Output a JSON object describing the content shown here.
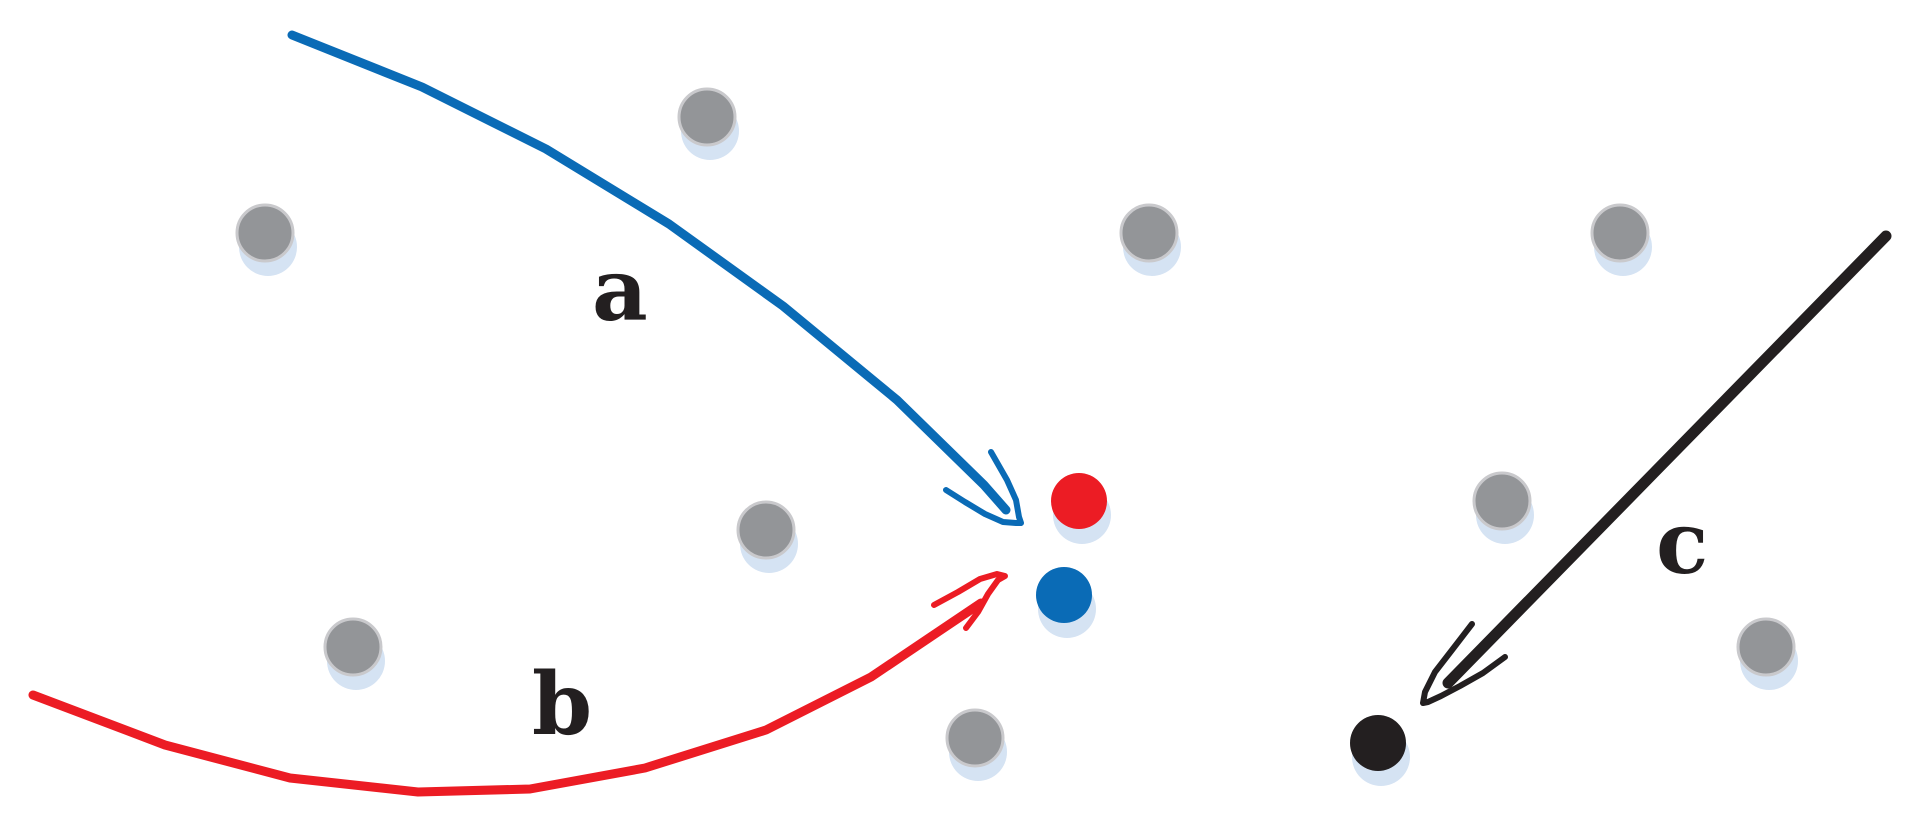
{
  "labels": {
    "a": "a",
    "b": "b",
    "c": "c"
  },
  "colors": {
    "blue": "#0a6bb6",
    "red": "#ec1c24",
    "black": "#231f20",
    "gray": "#939598",
    "gray_edge": "#c9c9cc",
    "shadow": "#d5e3f3"
  },
  "nodes": [
    {
      "name": "gray-dot-1",
      "kind": "gray"
    },
    {
      "name": "gray-dot-2",
      "kind": "gray"
    },
    {
      "name": "gray-dot-3",
      "kind": "gray"
    },
    {
      "name": "gray-dot-4",
      "kind": "gray"
    },
    {
      "name": "gray-dot-5",
      "kind": "gray"
    },
    {
      "name": "gray-dot-6",
      "kind": "gray"
    },
    {
      "name": "gray-dot-7",
      "kind": "gray"
    },
    {
      "name": "gray-dot-8",
      "kind": "gray"
    },
    {
      "name": "gray-dot-9",
      "kind": "gray"
    },
    {
      "name": "red-dot",
      "kind": "red"
    },
    {
      "name": "blue-dot",
      "kind": "blue"
    },
    {
      "name": "black-dot",
      "kind": "black"
    }
  ]
}
